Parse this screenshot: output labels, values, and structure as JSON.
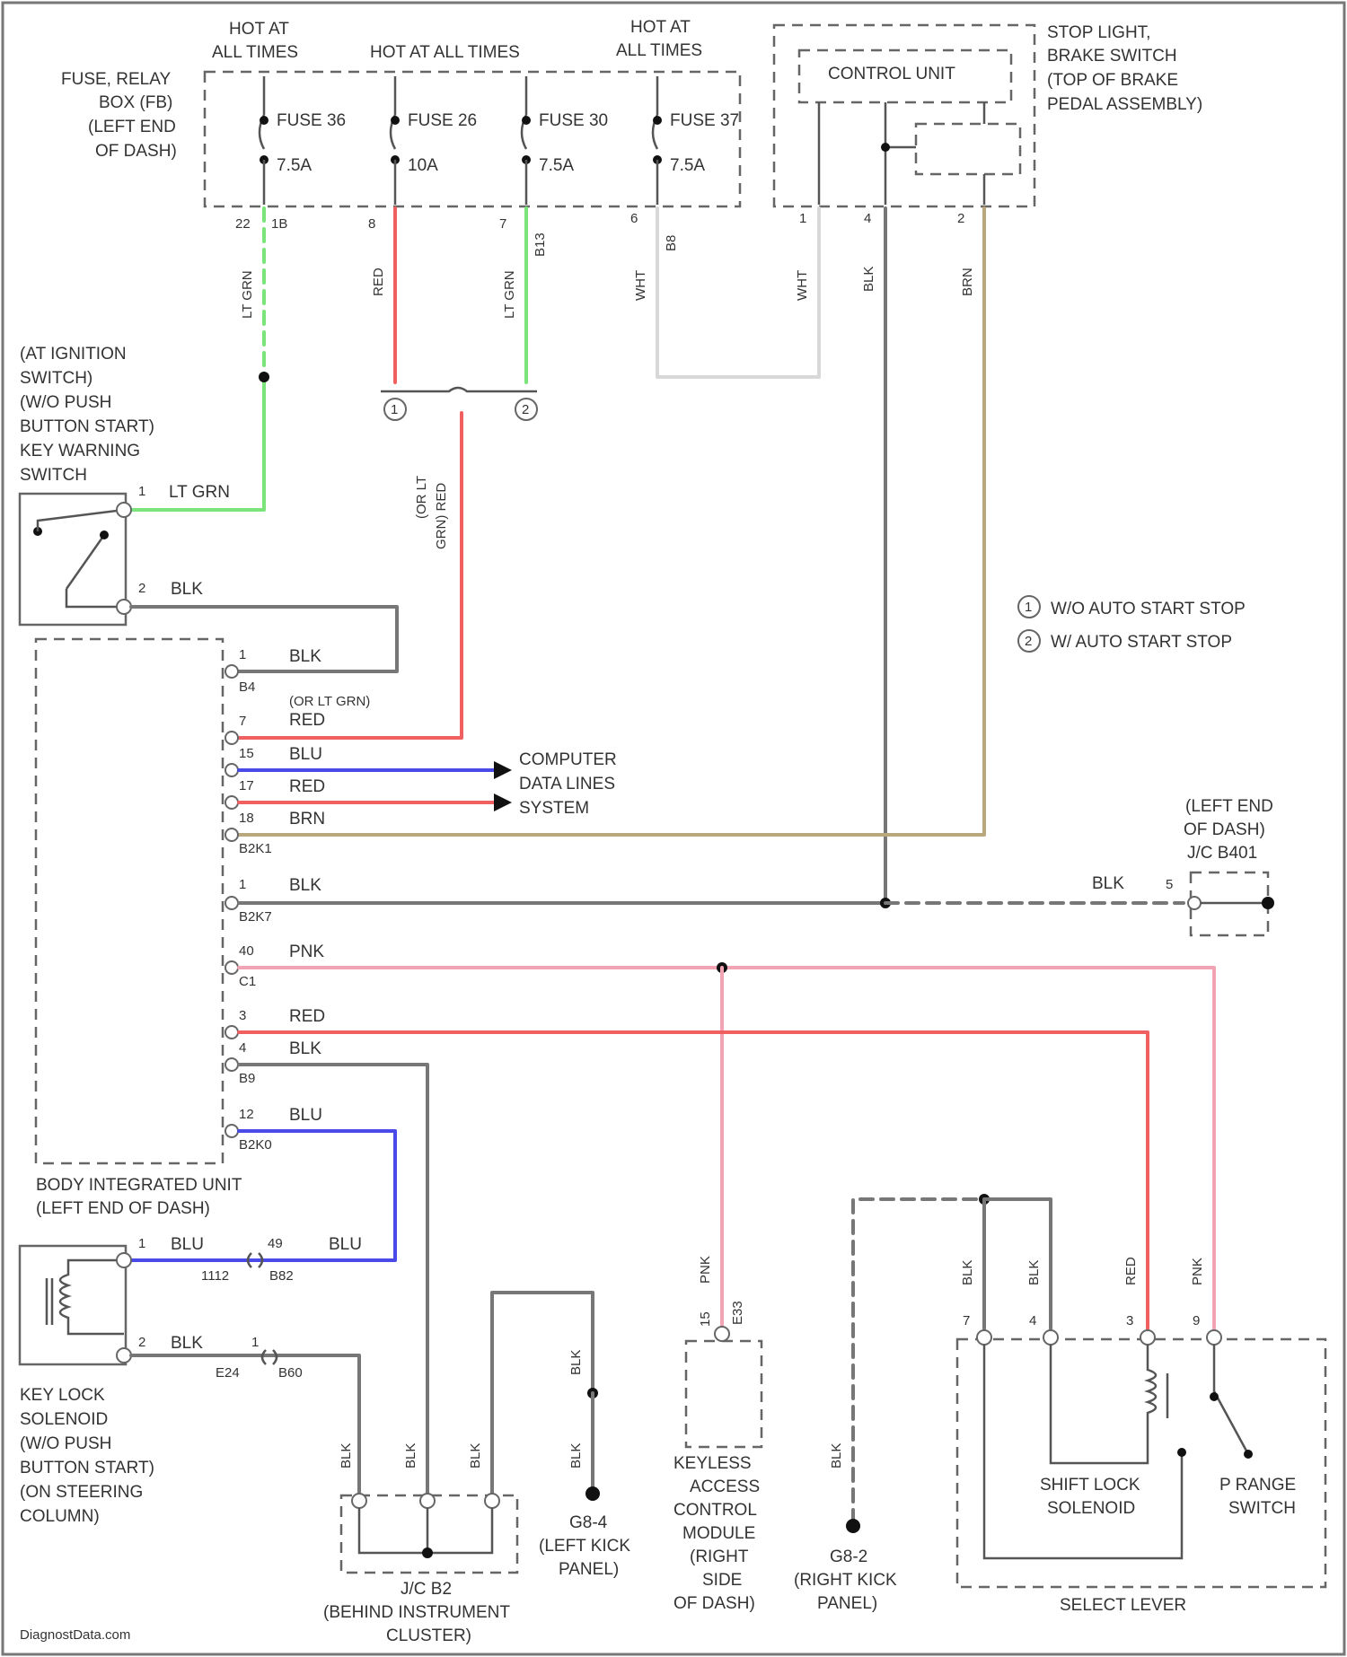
{
  "colors": {
    "ltgrn": "#7be47b",
    "red": "#f06060",
    "blu": "#4a4ae8",
    "brn": "#b9a77e",
    "blk": "#777777",
    "pnk": "#f0a4b4",
    "wht": "#d8d8d8",
    "box": "#666666"
  },
  "icons": [
    "fuse-icon",
    "switch-icon",
    "solenoid-coil-icon",
    "ground-icon",
    "arrow-icon"
  ],
  "labels": {
    "hot1": [
      "HOT AT",
      "ALL TIMES"
    ],
    "hot2": "HOT AT ALL TIMES",
    "hot3": [
      "HOT AT",
      "ALL TIMES"
    ],
    "fuse_box": [
      "FUSE, RELAY",
      "BOX (FB)",
      "(LEFT END",
      "OF DASH)"
    ],
    "fuse36": "FUSE 36",
    "fuse36_amp": "7.5A",
    "fuse26": "FUSE 26",
    "fuse26_amp": "10A",
    "fuse30": "FUSE 30",
    "fuse30_amp": "7.5A",
    "fuse37": "FUSE 37",
    "fuse37_amp": "7.5A",
    "control_unit": "CONTROL UNIT",
    "stop_light": [
      "STOP LIGHT,",
      "BRAKE SWITCH",
      "(TOP OF BRAKE",
      "PEDAL ASSEMBLY)"
    ],
    "ignition_switch": [
      "(AT IGNITION",
      "SWITCH)",
      "(W/O PUSH",
      "BUTTON START)",
      "KEY WARNING",
      "SWITCH"
    ],
    "legend1": "W/O AUTO START STOP",
    "legend2": "W/ AUTO START STOP",
    "or_lt_grn_red": [
      "(OR LT",
      "GRN) RED"
    ],
    "or_lt_grn": "(OR LT GRN)",
    "computer": [
      "COMPUTER",
      "DATA LINES",
      "SYSTEM"
    ],
    "jc_b401": [
      "(LEFT END",
      "OF DASH)",
      "J/C B401"
    ],
    "body_unit": [
      "BODY INTEGRATED UNIT",
      "(LEFT END OF DASH)"
    ],
    "key_lock": [
      "KEY LOCK",
      "SOLENOID",
      "(W/O PUSH",
      "BUTTON START)",
      "(ON STEERING",
      "COLUMN)"
    ],
    "jc_b2": [
      "J/C B2",
      "(BEHIND INSTRUMENT",
      "CLUSTER)"
    ],
    "g8_4": [
      "G8-4",
      "(LEFT KICK",
      "PANEL)"
    ],
    "keyless": [
      "KEYLESS",
      "ACCESS",
      "CONTROL",
      "MODULE",
      "(RIGHT",
      "SIDE",
      "OF DASH)"
    ],
    "g8_2": [
      "G8-2",
      "(RIGHT KICK",
      "PANEL)"
    ],
    "shift_lock": [
      "SHIFT LOCK",
      "SOLENOID"
    ],
    "p_range": [
      "P RANGE",
      "SWITCH"
    ],
    "select_lever": "SELECT LEVER",
    "watermark": "DiagnostData.com"
  },
  "wire_labels": {
    "ltgrn": "LT GRN",
    "red": "RED",
    "wht": "WHT",
    "blk": "BLK",
    "brn": "BRN",
    "blu": "BLU",
    "pnk": "PNK"
  },
  "pins": {
    "f36": "22",
    "f36c": "1B",
    "f26": "8",
    "f30": "7",
    "f30c": "B13",
    "f37": "6",
    "f37c": "B8",
    "cu1": "1",
    "cu2": "4",
    "cu3": "2",
    "sw1": "1",
    "sw2": "2",
    "b1": "1",
    "b1c": "B4",
    "b7": "7",
    "b15": "15",
    "b17": "17",
    "b18": "18",
    "b18c": "B2K1",
    "b1b": "1",
    "b1bc": "B2K7",
    "b40": "40",
    "b40c": "C1",
    "b3": "3",
    "b4": "4",
    "b4c": "B9",
    "b12": "12",
    "b12c": "B2K0",
    "jc5": "5",
    "ks1": "1",
    "ks1c": "1112",
    "ks49": "49",
    "ks49c": "B82",
    "ks2": "2",
    "ks2c": "E24",
    "ks_i": "1",
    "ks_ic": "B60",
    "kam15": "15",
    "kam15c": "E33",
    "sl7": "7",
    "sl4": "4",
    "sl3": "3",
    "sl9": "9"
  }
}
